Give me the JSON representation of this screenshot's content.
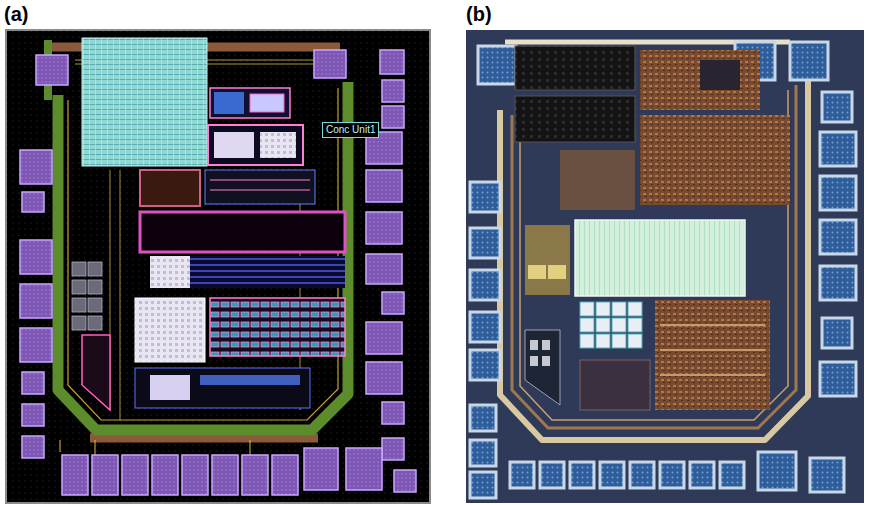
{
  "diagram": {
    "labels": [
      "(a)",
      "(b)",
      "Conc Unit1"
    ]
  }
}
